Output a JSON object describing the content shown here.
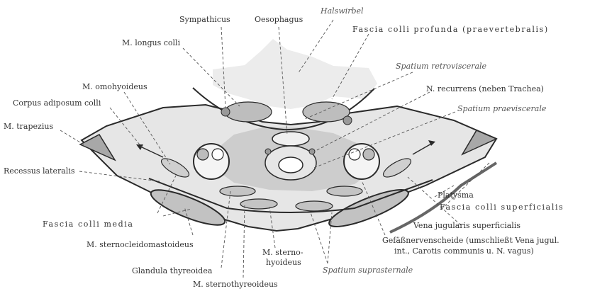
{
  "labels": {
    "sympathicus": "Sympathicus",
    "oesophagus": "Oesophagus",
    "halswirbel": "Halswirbel",
    "fascia_colli_profunda": "Fascia colli profunda (praevertebralis)",
    "m_longus_colli": "M. longus colli",
    "spatium_retroviscerale": "Spatium retroviscerale",
    "m_omohyoideus": "M. omohyoideus",
    "n_recurrens": "N. recurrens (neben Trachea)",
    "corpus_adiposum_colli": "Corpus adiposum colli",
    "spatium_praeviscerale": "Spatium praeviscerale",
    "m_trapezius": "M. trapezius",
    "recessus_lateralis": "Recessus lateralis",
    "platysma": "Platysma",
    "fascia_colli_superficialis": "Fascia colli superficialis",
    "fascia_colli_media": "Fascia colli media",
    "vena_jugularis_superficialis": "Vena jugularis superficialis",
    "m_sternocleidomastoideus": "M. sternocleidomastoideus",
    "gefaessnervenscheide_1": "Gefäßnervenscheide (umschließt Vena jugul.",
    "gefaessnervenscheide_2": "int., Carotis communis u. N. vagus)",
    "m_sternohyoideus_1": "M. sterno-",
    "m_sternohyoideus_2": "hyoideus",
    "glandula_thyreoidea": "Glandula thyreoidea",
    "spatium_suprasternale": "Spatium suprasternale",
    "m_sternothyreoideus": "M. sternothyreoideus"
  },
  "colors": {
    "outline": "#2a2a2a",
    "tissue_light": "#e3e3e3",
    "tissue_mid": "#cfcfcf",
    "tissue_dark": "#b5b5b5",
    "leader": "#555555"
  }
}
